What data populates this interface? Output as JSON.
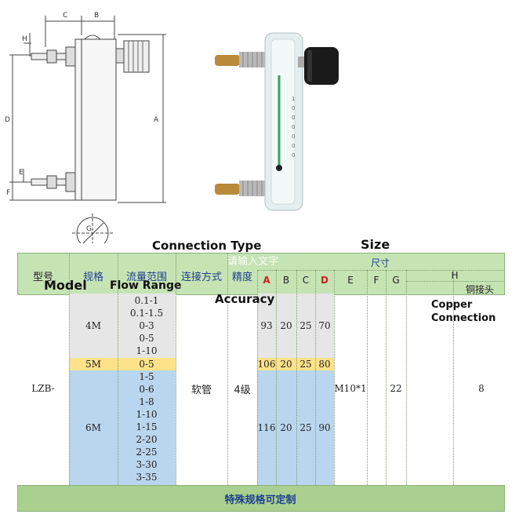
{
  "drawing": {
    "dim_labels": {
      "c": "C",
      "b": "B",
      "h": "H",
      "d": "D",
      "a": "A",
      "e": "E",
      "f": "F",
      "g": "G"
    }
  },
  "annotations": {
    "connection_type": "Connection Type",
    "size": "Size",
    "model": "Model",
    "flow_range": "Flow Range",
    "accuracy": "Accuracy",
    "copper_connection": "Copper\nConnection",
    "watermark": "请输入文字"
  },
  "table": {
    "header": {
      "model": "型号",
      "spec": "规格",
      "flow": "流量范围",
      "connection": "连接方式",
      "accuracy": "精度",
      "size_group": "尺寸",
      "cols": [
        "A",
        "B",
        "C",
        "D",
        "E",
        "F",
        "G",
        "H"
      ],
      "copper": "铜接头"
    },
    "rows": {
      "model": "LZB-",
      "connection": "软管",
      "accuracy": "4级",
      "e": "M10*1",
      "g": "22",
      "h": "8",
      "groups": [
        {
          "spec": "4M",
          "flows": [
            "0.1-1",
            "0.1-1.5",
            "0-3",
            "0-5",
            "1-10"
          ],
          "A": "93",
          "B": "20",
          "C": "25",
          "D": "70"
        },
        {
          "spec": "5M",
          "flows": [
            "0-5"
          ],
          "A": "106",
          "B": "20",
          "C": "25",
          "D": "80"
        },
        {
          "spec": "6M",
          "flows": [
            "1-5",
            "0-6",
            "1-8",
            "1-10",
            "1-15",
            "2-20",
            "2-25",
            "3-30",
            "3-35"
          ],
          "A": "116",
          "B": "20",
          "C": "25",
          "D": "90"
        }
      ]
    },
    "footer": "特殊规格可定制"
  },
  "colors": {
    "header_bg": "#c6e3b4",
    "footer_bg": "#a9d08e",
    "gray": "#e6e6e6",
    "yellow": "#fde28a",
    "blue": "#b9d6ee",
    "red_col": "#cc2222",
    "header_text": "#1f3f8f"
  }
}
